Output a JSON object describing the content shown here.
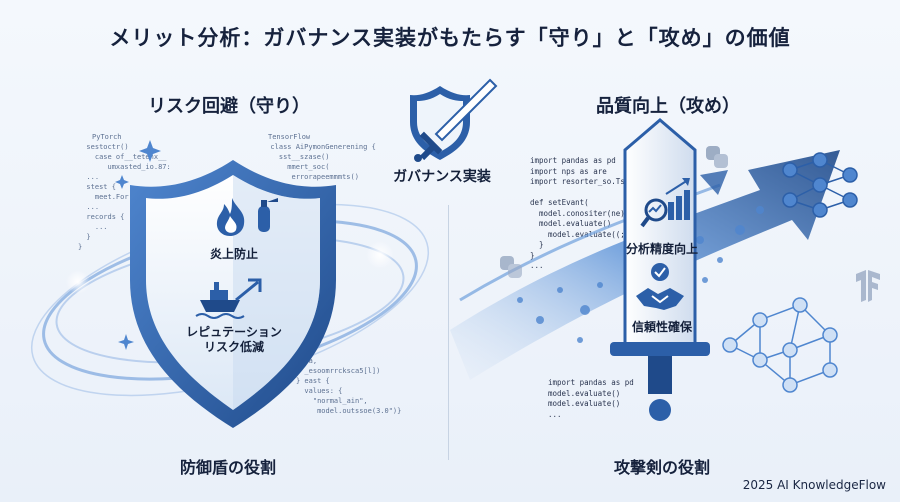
{
  "title": "メリット分析：ガバナンス実装がもたらす「守り」と「攻め」の価値",
  "left": {
    "heading": "リスク回避（守り）",
    "label_flame": "炎上防止",
    "label_rep_line1": "レピュテーション",
    "label_rep_line2": "リスク低減",
    "caption": "防御盾の役割",
    "code_a_title": "PyTorch",
    "code_a": "  sestoctr()\n    case of__tetenx__\n       umxasted_io.87:\n  ...\n  stest {\n    meet.For\n  ...\n  records {\n    ...\n  }\n}",
    "code_b_title": "TensorFlow",
    "code_b": "  class AiPymonGenerening {\n    sst__szase()\n      mmert_soc(\n       errorapeemmmts()",
    "code_c": "data,\n  _esoomrrcksca5[l])\n} east {\n  values: {\n    \"normal_ain\",\n     model.outssoe(3.0\")}"
  },
  "center": {
    "label": "ガバナンス実装"
  },
  "right": {
    "heading": "品質向上（攻め）",
    "label_accuracy": "分析精度向上",
    "label_trust": "信頼性確保",
    "caption": "攻撃剣の役割",
    "code_a": "import pandas as pd\nimport nps as are\nimport resorter_so.Ts\n\ndef setEvant(\n  model.conositer(ne)\n  model.evaluate()\n    model.evaluate((;\n  }\n}\n...",
    "code_b": "import pandas as pd\nmodel.evaluate()\nmodel.evaluate()\n..."
  },
  "footer": "2025 AI KnowledgeFlow",
  "colors": {
    "primary": "#2c5fa8",
    "dark_blue": "#1f4a8a",
    "light_blue": "#9cc1ec",
    "text": "#16223d"
  }
}
